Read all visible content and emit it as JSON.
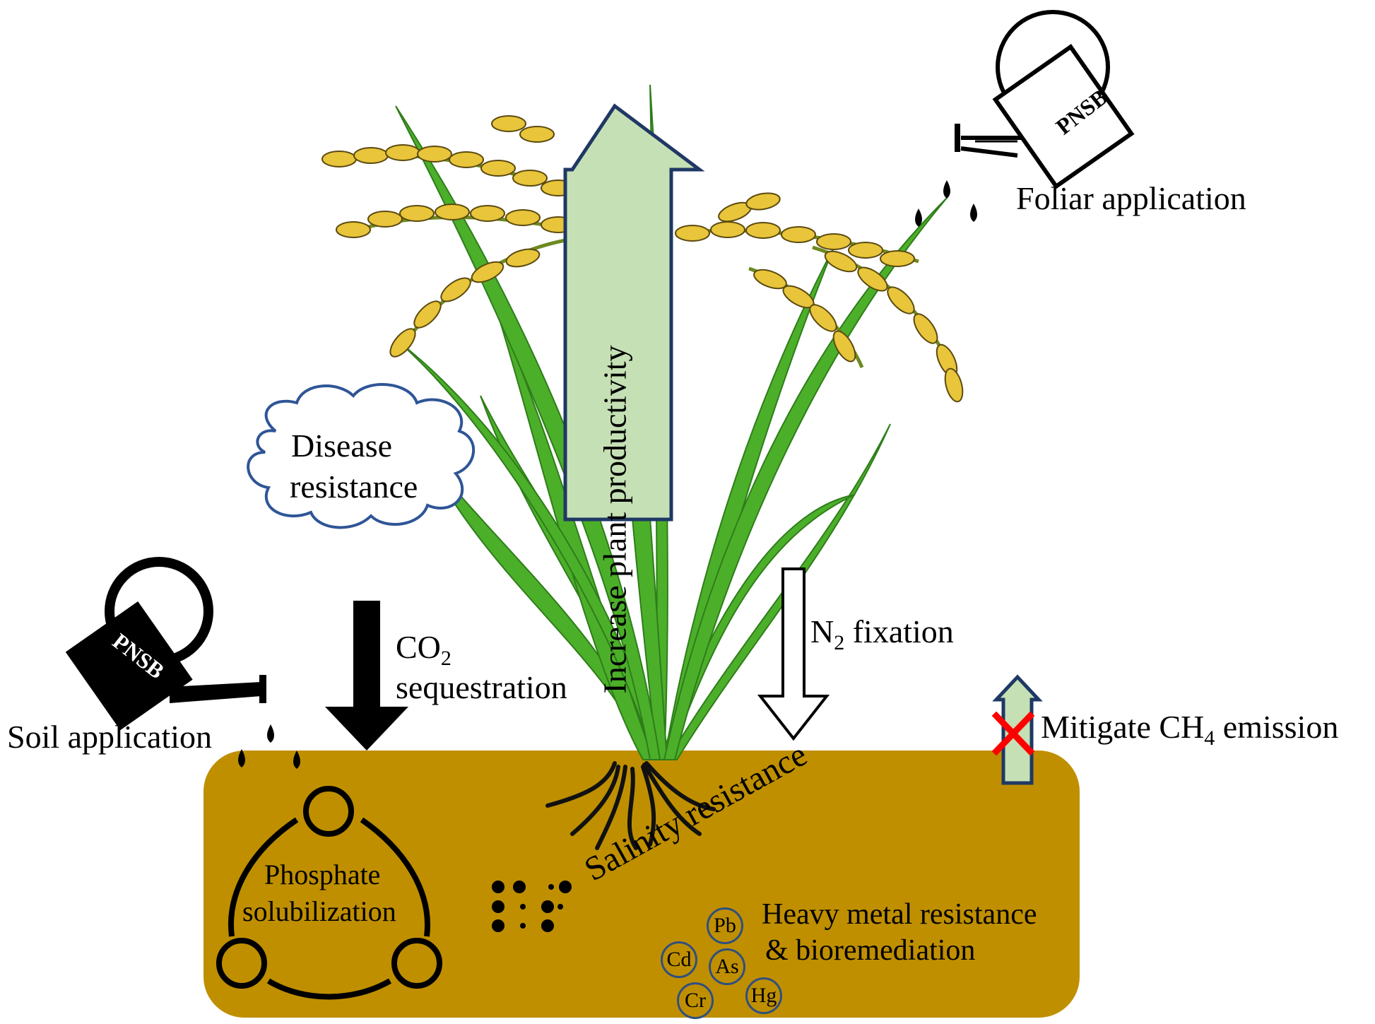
{
  "title": "",
  "labels": {
    "increase_productivity": "Increase plant productivity",
    "foliar_application": "Foliar application",
    "disease_resistance_line1": "Disease",
    "disease_resistance_line2": "resistance",
    "co2_prefix": "CO",
    "co2_sub": "2",
    "co2_line2": "sequestration",
    "n2_prefix": "N",
    "n2_sub": "2",
    "n2_suffix": " fixation",
    "ch4_prefix": "Mitigate CH",
    "ch4_sub": "4",
    "ch4_suffix": " emission",
    "soil_application": "Soil application",
    "phosphate_line1": "Phosphate",
    "phosphate_line2": "solubilization",
    "salinity_resistance": "Salinity resistance",
    "heavy_metal_line1": "Heavy metal resistance",
    "heavy_metal_line2": "& bioremediation"
  },
  "watering_cans": {
    "foliar_label": "PNSB",
    "soil_label": "PNSB"
  },
  "heavy_metals": [
    "Pb",
    "Cd",
    "As",
    "Cr",
    "Hg"
  ],
  "colors": {
    "soil": "#bf8f00",
    "arrow_fill": "#c5e0b4",
    "arrow_stroke": "#1f3864",
    "cloud_stroke": "#2f5597",
    "leaf_green": "#4caf2a",
    "grain_yellow": "#e8c53a",
    "cross_red": "#ff0000"
  }
}
